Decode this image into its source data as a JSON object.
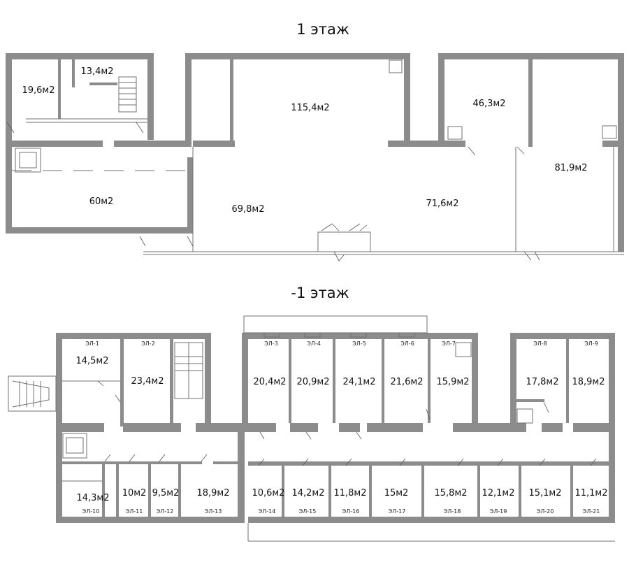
{
  "floors": {
    "first": {
      "title": "1 этаж",
      "rooms": [
        "19,6м2",
        "13,4м2",
        "115,4м2",
        "46,3м2",
        "60м2",
        "69,8м2",
        "71,6м2",
        "81,9м2"
      ]
    },
    "basement": {
      "title": "-1 этаж",
      "rooms": [
        {
          "code": "ЭЛ-1",
          "area": "14,5м2"
        },
        {
          "code": "ЭЛ-2",
          "area": "23,4м2"
        },
        {
          "code": "ЭЛ-3",
          "area": "20,4м2"
        },
        {
          "code": "ЭЛ-4",
          "area": "20,9м2"
        },
        {
          "code": "ЭЛ-5",
          "area": "24,1м2"
        },
        {
          "code": "ЭЛ-6",
          "area": "21,6м2"
        },
        {
          "code": "ЭЛ-7",
          "area": "15,9м2"
        },
        {
          "code": "ЭЛ-8",
          "area": "17,8м2"
        },
        {
          "code": "ЭЛ-9",
          "area": "18,9м2"
        },
        {
          "code": "ЭЛ-10",
          "area": "14,3м2"
        },
        {
          "code": "ЭЛ-11",
          "area": "10м2"
        },
        {
          "code": "ЭЛ-12",
          "area": "9,5м2"
        },
        {
          "code": "ЭЛ-13",
          "area": "18,9м2"
        },
        {
          "code": "ЭЛ-14",
          "area": "10,6м2"
        },
        {
          "code": "ЭЛ-15",
          "area": "14,2м2"
        },
        {
          "code": "ЭЛ-16",
          "area": "11,8м2"
        },
        {
          "code": "ЭЛ-17",
          "area": "15м2"
        },
        {
          "code": "ЭЛ-18",
          "area": "15,8м2"
        },
        {
          "code": "ЭЛ-19",
          "area": "12,1м2"
        },
        {
          "code": "ЭЛ-20",
          "area": "15,1м2"
        },
        {
          "code": "ЭЛ-21",
          "area": "11,1м2"
        }
      ]
    }
  }
}
